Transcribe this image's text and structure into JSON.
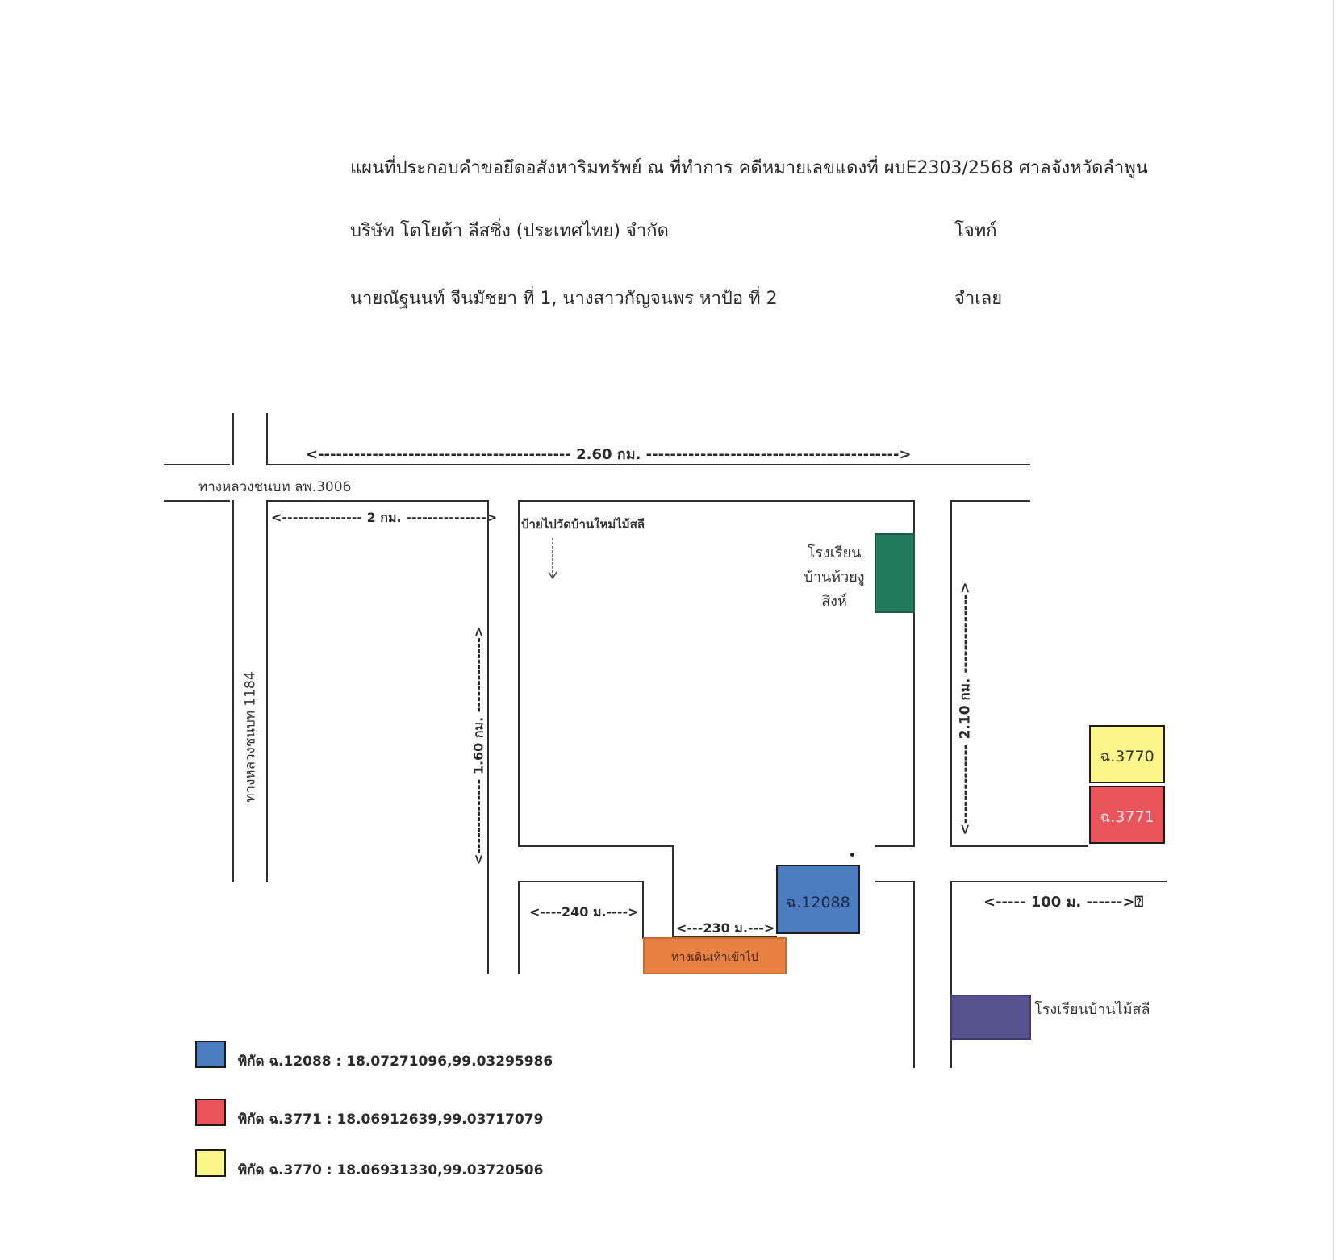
{
  "header": {
    "line1": "แผนที่ประกอบคำขอยึดอสังหาริมทรัพย์ ณ ที่ทำการ คดีหมายเลขแดงที่ ผบE2303/2568 ศาลจังหวัดลำพูน",
    "plaintiff_name": "บริษัท โตโยต้า ลีสซิ่ง (ประเทศไทย) จำกัด",
    "plaintiff_role": "โจทก์",
    "defendant_name": "นายณัฐนนท์ จีนมัชยา ที่ 1, นางสาวกัญจนพร หาป้อ ที่ 2",
    "defendant_role": "จำเลย"
  },
  "map": {
    "road_h_name": "ทางหลวงชนบท ลพ.3006",
    "road_v_name": "ทางหลวงชนบท 1184",
    "dist_top": "<------------------------------------------ 2.60 กม. ------------------------------------------>",
    "dist_2km": "<--------------- 2 กม. --------------->",
    "dist_160": "<-------------- 1.60 กม. -------------->",
    "dist_210": "<-------------- 2.10 กม. -------------->",
    "dist_240": "<----240 ม.---->",
    "dist_230": "<---230 ม.--->",
    "dist_100": "<----- 100 ม. ------>⍰",
    "sign_label": "ป้ายไปวัดบ้านใหม่ไม้สลี",
    "school1_lines": [
      "โรงเรียน",
      "บ้านห้วยงู",
      "สิงห์"
    ],
    "school2_label": "โรงเรียนบ้านไม้สลี",
    "footpath_label": "ทางเดินเท้าเข้าไป",
    "parcel_12088": "ฉ.12088",
    "parcel_3770": "ฉ.3770",
    "parcel_3771": "ฉ.3771",
    "colors": {
      "blue": "#4c7cc0",
      "red": "#e8545a",
      "yellow": "#fbf58a",
      "green": "#227a5c",
      "orange": "#e8803f",
      "purple": "#55528e"
    }
  },
  "legend": [
    {
      "text": "พิกัด ฉ.12088 : 18.07271096,99.03295986",
      "color": "#4c7cc0"
    },
    {
      "text": "พิกัด ฉ.3771 : 18.06912639,99.03717079",
      "color": "#e8545a"
    },
    {
      "text": "พิกัด ฉ.3770 : 18.06931330,99.03720506",
      "color": "#fbf58a"
    }
  ]
}
